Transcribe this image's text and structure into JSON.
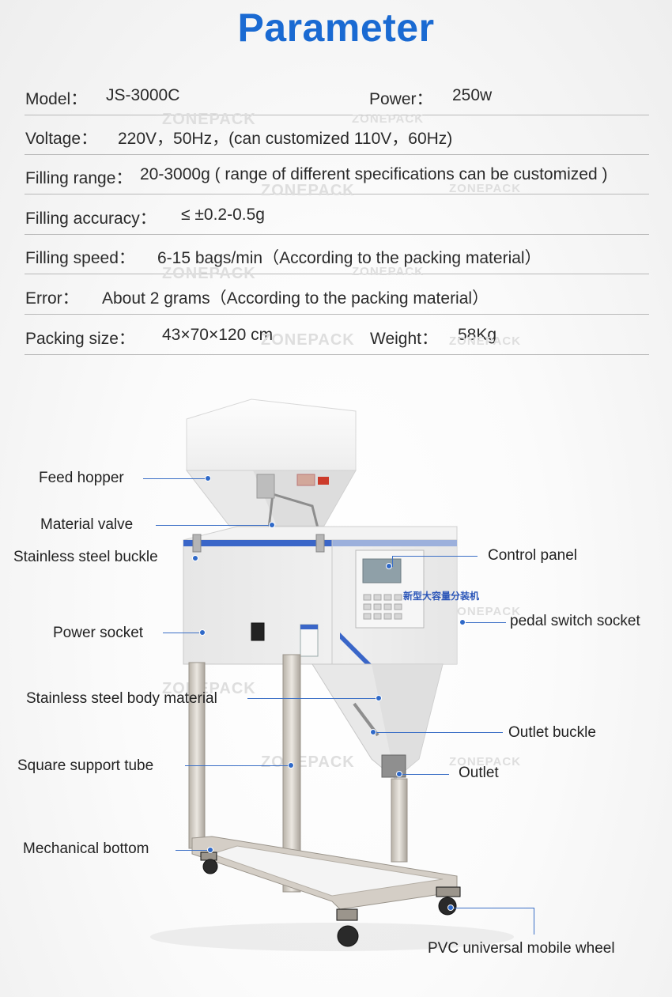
{
  "title": "Parameter",
  "watermark": "ZONEPACK",
  "params": {
    "model_label": "Model：",
    "model_value": "JS-3000C",
    "power_label": "Power：",
    "power_value": "250w",
    "voltage_label": "Voltage：",
    "voltage_value": "220V，50Hz，(can customized 110V，60Hz)",
    "filling_range_label": "Filling range：",
    "filling_range_value": "20-3000g ( range of different specifications can be customized )",
    "filling_accuracy_label": "Filling accuracy：",
    "filling_accuracy_value": "≤ ±0.2-0.5g",
    "filling_speed_label": "Filling speed：",
    "filling_speed_value": "6-15 bags/min（According to the packing material）",
    "error_label": "Error：",
    "error_value": "About 2 grams（According to the packing material）",
    "packing_size_label": "Packing size：",
    "packing_size_value": "43×70×120 cm",
    "weight_label": "Weight：",
    "weight_value": "58Kg"
  },
  "machine_panel_text": "新型大容量分装机",
  "callouts": {
    "feed_hopper": "Feed hopper",
    "material_valve": "Material valve",
    "stainless_steel_buckle": "Stainless steel buckle",
    "power_socket": "Power socket",
    "stainless_steel_body_material": "Stainless steel body material",
    "square_support_tube": "Square support tube",
    "mechanical_bottom": "Mechanical bottom",
    "control_panel": "Control panel",
    "pedal_switch_socket": "pedal switch socket",
    "outlet_buckle": "Outlet buckle",
    "outlet": "Outlet",
    "pvc_universal_mobile_wheel": "PVC universal mobile wheel"
  },
  "colors": {
    "title": "#1a6ad2",
    "callout_line": "#3b6fc6",
    "machine_trim": "#3a66c8"
  }
}
